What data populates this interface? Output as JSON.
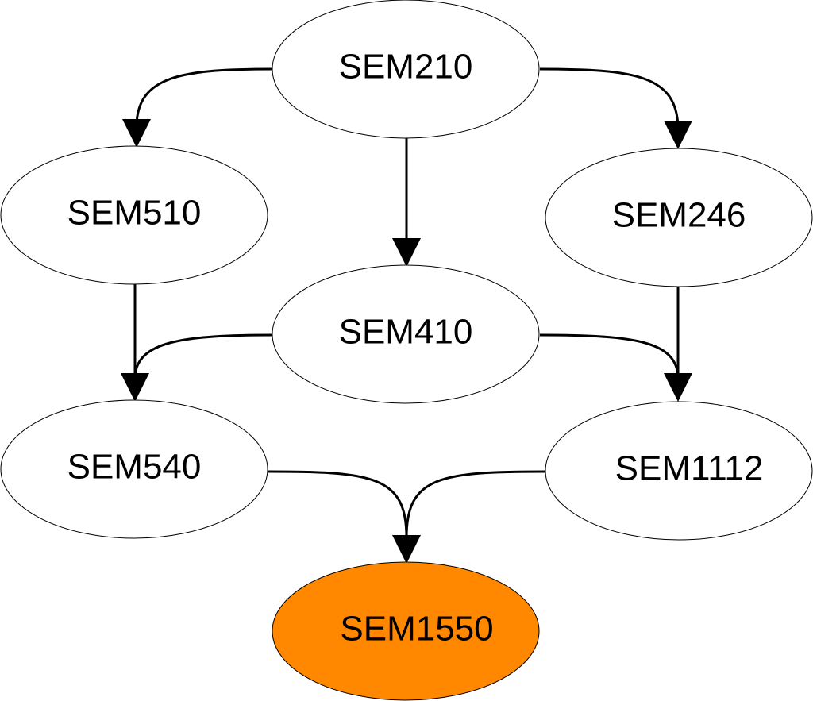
{
  "nodes": {
    "sem210": {
      "label": "SEM210",
      "highlighted": false
    },
    "sem510": {
      "label": "SEM510",
      "highlighted": false
    },
    "sem246": {
      "label": "SEM246",
      "highlighted": false
    },
    "sem410": {
      "label": "SEM410",
      "highlighted": false
    },
    "sem540": {
      "label": "SEM540",
      "highlighted": false
    },
    "sem1112": {
      "label": "SEM1112",
      "highlighted": false
    },
    "sem1550": {
      "label": "SEM1550",
      "highlighted": true
    }
  },
  "edges": [
    {
      "from": "SEM210",
      "to": "SEM510"
    },
    {
      "from": "SEM210",
      "to": "SEM410"
    },
    {
      "from": "SEM210",
      "to": "SEM246"
    },
    {
      "from": "SEM510",
      "to": "SEM540"
    },
    {
      "from": "SEM410",
      "to": "SEM540"
    },
    {
      "from": "SEM410",
      "to": "SEM1112"
    },
    {
      "from": "SEM246",
      "to": "SEM1112"
    },
    {
      "from": "SEM540",
      "to": "SEM1550"
    },
    {
      "from": "SEM1112",
      "to": "SEM1550"
    }
  ],
  "colors": {
    "node_fill": "#ffffff",
    "highlight_fill": "#ff8800",
    "stroke": "#000000"
  }
}
